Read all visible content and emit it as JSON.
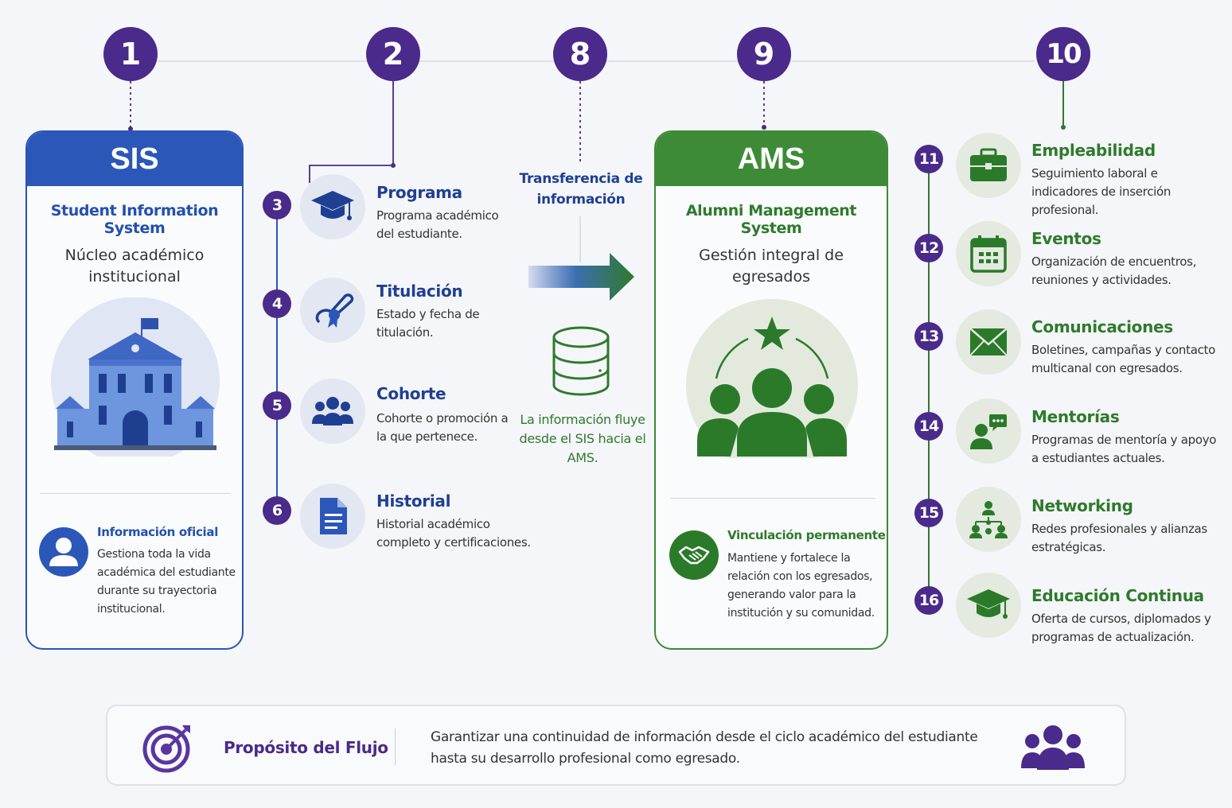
{
  "steps": {
    "s1": "1",
    "s2": "2",
    "s8": "8",
    "s9": "9",
    "s10": "10"
  },
  "sis": {
    "header": "SIS",
    "subtitle": "Student Information System",
    "description": "Núcleo académico institucional",
    "info_title": "Información oficial",
    "info_text": "Gestiona toda la vida académica del estudiante durante su trayectoria institucional."
  },
  "sis_items": [
    {
      "num": "3",
      "title": "Programa",
      "desc": "Programa académico del estudiante.",
      "icon": "graduation-cap-icon"
    },
    {
      "num": "4",
      "title": "Titulación",
      "desc": "Estado y fecha de titulación.",
      "icon": "diploma-icon"
    },
    {
      "num": "5",
      "title": "Cohorte",
      "desc": "Cohorte o promoción a la que pertenece.",
      "icon": "group-icon"
    },
    {
      "num": "6",
      "title": "Historial",
      "desc": "Historial académico completo y certificaciones.",
      "icon": "document-icon"
    }
  ],
  "transfer": {
    "title": "Transferencia de información",
    "text": "La información fluye desde el SIS hacia el AMS."
  },
  "ams": {
    "header": "AMS",
    "subtitle": "Alumni Management System",
    "description": "Gestión integral de egresados",
    "link_title": "Vinculación permanente",
    "link_text": "Mantiene y fortalece la relación con los egresados, generando valor para la institución y su comunidad."
  },
  "ams_items": [
    {
      "num": "11",
      "title": "Empleabilidad",
      "desc": "Seguimiento laboral e indicadores de inserción profesional.",
      "icon": "briefcase-icon"
    },
    {
      "num": "12",
      "title": "Eventos",
      "desc": "Organización de encuentros, reuniones y actividades.",
      "icon": "calendar-icon"
    },
    {
      "num": "13",
      "title": "Comunicaciones",
      "desc": "Boletines, campañas y contacto multicanal con egresados.",
      "icon": "envelope-icon"
    },
    {
      "num": "14",
      "title": "Mentorías",
      "desc": "Programas de mentoría y apoyo a estudiantes actuales.",
      "icon": "mentor-chat-icon"
    },
    {
      "num": "15",
      "title": "Networking",
      "desc": "Redes profesionales y alianzas estratégicas.",
      "icon": "network-icon"
    },
    {
      "num": "16",
      "title": "Educación Continua",
      "desc": "Oferta de cursos, diplomados y programas de actualización.",
      "icon": "graduation-cap-icon"
    }
  ],
  "footer": {
    "title": "Propósito del Flujo",
    "text": "Garantizar una continuidad de información desde el ciclo académico del estudiante hasta su desarrollo profesional como egresado."
  },
  "colors": {
    "purple": "#4a2a8a",
    "sis_blue": "#2b57b9",
    "ams_green": "#3d8b36"
  }
}
